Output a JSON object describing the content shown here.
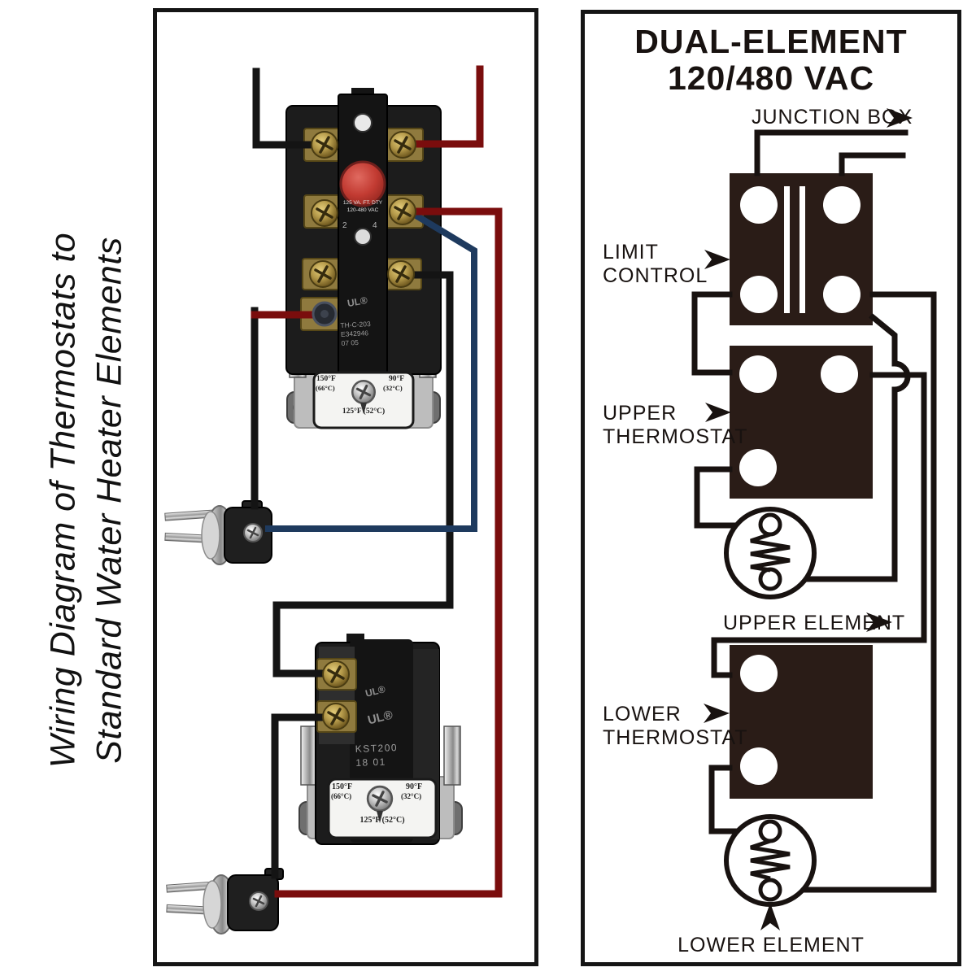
{
  "colors": {
    "wire_black": "#141414",
    "wire_red": "#7a0d0d",
    "wire_blue": "#1e3a5e",
    "schematic_ink": "#181210",
    "block_fill": "#2a1c17",
    "panel_border": "#151515",
    "label_paper": "#f4f4f2"
  },
  "vertical_title": {
    "line1": "Wiring Diagram of Thermostats to",
    "line2": "Standard Water Heater Elements"
  },
  "right_panel": {
    "title_line1": "DUAL-ELEMENT",
    "title_line2": "120/480 VAC",
    "labels": {
      "junction_box": "JUNCTION BOX",
      "limit_line1": "LIMIT",
      "limit_line2": "CONTROL",
      "upper_thermo_line1": "UPPER",
      "upper_thermo_line2": "THERMOSTAT",
      "upper_element": "UPPER ELEMENT",
      "lower_thermo_line1": "LOWER",
      "lower_thermo_line2": "THERMOSTAT",
      "lower_element": "LOWER ELEMENT"
    }
  },
  "left_panel": {
    "upper_thermostat": {
      "rating_line1": "125 VA. FT. DTY",
      "rating_line2": "120-480 VAC",
      "ul_mark": "UL®",
      "model_line1": "TH-C-203",
      "model_line2": "E342946",
      "model_line3": "07 05",
      "terminal_2": "2",
      "terminal_4": "4",
      "dial": {
        "high": "150°F",
        "high_c": "(66°C)",
        "low": "90°F",
        "low_c": "(32°C)",
        "set": "125°F (52°C)"
      }
    },
    "lower_thermostat": {
      "ul_mark": "UL®",
      "model_line1": "KST200",
      "model_line2": "18 01",
      "dial": {
        "high": "150°F",
        "high_c": "(66°C)",
        "low": "90°F",
        "low_c": "(32°C)",
        "set": "125°F (52°C)"
      }
    }
  }
}
